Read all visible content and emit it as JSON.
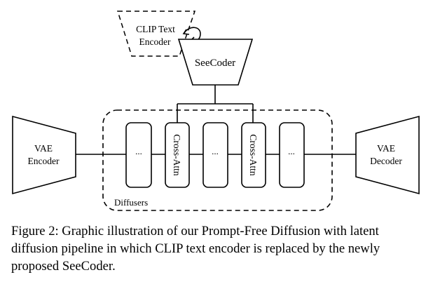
{
  "diagram": {
    "clip_label_line1": "CLIP Text",
    "clip_label_line2": "Encoder",
    "seecoder_label": "SeeCoder",
    "vae_encoder_line1": "VAE",
    "vae_encoder_line2": "Encoder",
    "vae_decoder_line1": "VAE",
    "vae_decoder_line2": "Decoder",
    "blocks": [
      {
        "label": "...",
        "kind": "unet"
      },
      {
        "label": "Cross-Attn",
        "kind": "cross-attn"
      },
      {
        "label": "...",
        "kind": "unet"
      },
      {
        "label": "Cross-Attn",
        "kind": "cross-attn"
      },
      {
        "label": "...",
        "kind": "unet"
      }
    ],
    "diffusers_label": "Diffusers"
  },
  "caption": "Figure 2: Graphic illustration of our Prompt-Free Diffusion with latent diffusion pipeline in which CLIP text encoder is replaced by the newly proposed SeeCoder."
}
